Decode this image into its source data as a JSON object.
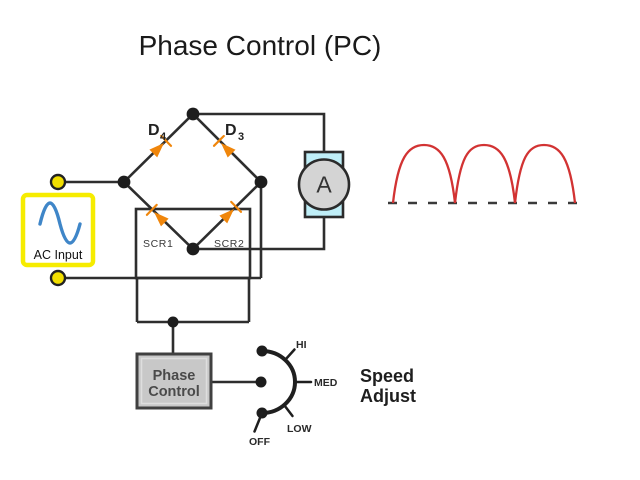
{
  "title": "Phase Control (PC)",
  "ac_input": {
    "label": "AC Input"
  },
  "bridge": {
    "d4": {
      "base": "D",
      "sub": "4"
    },
    "d3": {
      "base": "D",
      "sub": "3"
    },
    "scr1": "SCR1",
    "scr2": "SCR2"
  },
  "ammeter": {
    "label": "A"
  },
  "phase_control_box": {
    "line1": "Phase",
    "line2": "Control"
  },
  "speed_adjust": {
    "line1": "Speed",
    "line2": "Adjust"
  },
  "rotary_switch": {
    "hi": "HI",
    "med": "MED",
    "low": "LOW",
    "off": "OFF",
    "positions": [
      "OFF",
      "LOW",
      "MED",
      "HI"
    ]
  },
  "waveform": {
    "type": "full-wave rectified sine",
    "pulses": 3,
    "baseline": "dashed"
  },
  "colors": {
    "wire": "#2e2e2e",
    "accent_orange": "#f0860b",
    "waveform_red": "#d23333",
    "terminal_yellow": "#f2df00",
    "ac_box_yellow": "#f6ec00",
    "sine_blue": "#3f86c8",
    "ammeter_cyan": "#bfeef7",
    "meter_gray": "#d4d4d4",
    "control_box_gray": "#c8c8c8"
  }
}
